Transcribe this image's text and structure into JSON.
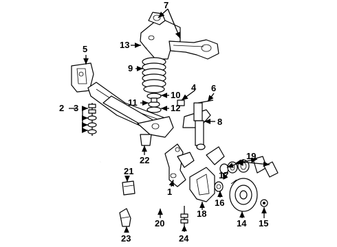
{
  "colors": {
    "ink": "#000000",
    "paper": "#ffffff"
  },
  "callouts": {
    "c1": "1",
    "c2": "2",
    "c3": "3",
    "c4": "4",
    "c5": "5",
    "c6": "6",
    "c7": "7",
    "c8": "8",
    "c9": "9",
    "c10": "10",
    "c11": "11",
    "c12": "12",
    "c13": "13",
    "c14": "14",
    "c15": "15",
    "c16": "16",
    "c17": "17",
    "c18": "18",
    "c19": "19",
    "c20": "20",
    "c21": "21",
    "c22": "22",
    "c23": "23",
    "c24": "24"
  }
}
